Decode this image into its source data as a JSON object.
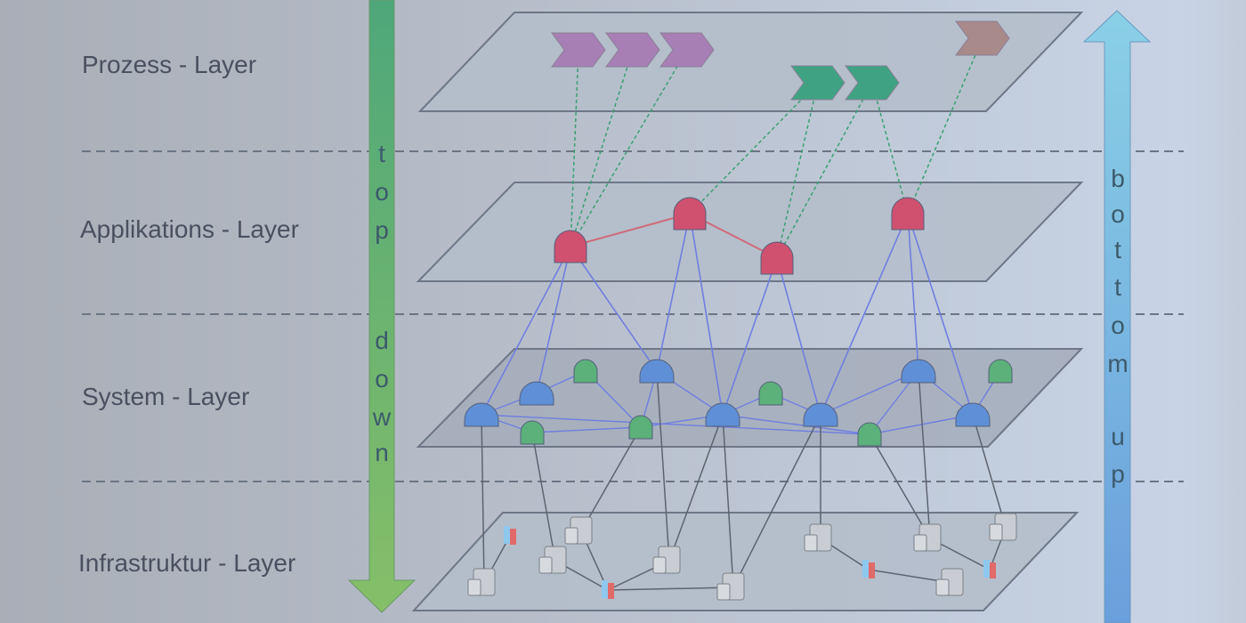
{
  "layers": [
    {
      "label": "Prozess - Layer"
    },
    {
      "label": "Applikations - Layer"
    },
    {
      "label": "System - Layer"
    },
    {
      "label": "Infrastruktur - Layer"
    }
  ],
  "arrows": {
    "top_down": {
      "letters": [
        "t",
        "o",
        "p",
        "d",
        "o",
        "w",
        "n"
      ],
      "color": "#6fb26a"
    },
    "bottom_up": {
      "letters": [
        "b",
        "o",
        "t",
        "t",
        "o",
        "m",
        "u",
        "p"
      ],
      "color": "#7ab4de"
    }
  },
  "colors": {
    "process_purple": "#a77fb4",
    "process_green": "#3fa383",
    "process_brown": "#a88a8a",
    "application": "#d05070",
    "system_blue": "#5f8fd6",
    "system_green": "#5cb07a",
    "plane": "#a9b2c0"
  }
}
